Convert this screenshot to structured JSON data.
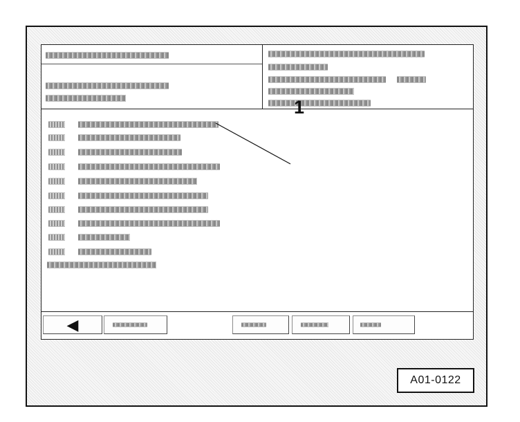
{
  "diagram": {
    "callout_label": "1",
    "reference_code": "A01-0122",
    "toolbar": {
      "back_icon": "left-arrow-icon",
      "buttons": [
        "back",
        "button-2",
        "button-3",
        "button-4",
        "button-5"
      ]
    },
    "list_rows": 11,
    "colors": {
      "line": "#111111",
      "background": "#ffffff",
      "blurred_text": "#8a8a8a"
    }
  }
}
